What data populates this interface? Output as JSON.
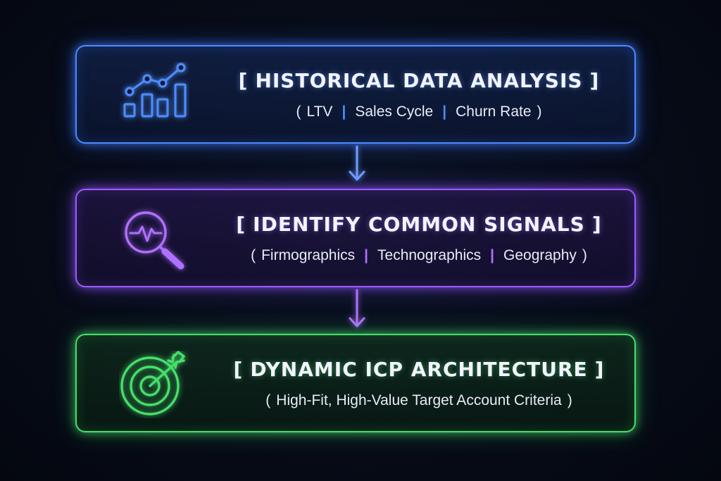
{
  "colors": {
    "background": "#070c18",
    "blue": "#4b8bff",
    "purple": "#9b5cff",
    "green": "#46e06a",
    "text": "#f2f4ff"
  },
  "cards": [
    {
      "icon": "bar-line-chart-icon",
      "title": "HISTORICAL DATA ANALYSIS",
      "subtitle_items": [
        "LTV",
        "Sales Cycle",
        "Churn Rate"
      ]
    },
    {
      "icon": "magnifier-pulse-icon",
      "title": "IDENTIFY COMMON SIGNALS",
      "subtitle_items": [
        "Firmographics",
        "Technographics",
        "Geography"
      ]
    },
    {
      "icon": "target-arrow-icon",
      "title": "DYNAMIC ICP ARCHITECTURE",
      "subtitle_text": "High-Fit, High-Value Target Account Criteria"
    }
  ],
  "brackets": {
    "open": "[",
    "close": "]",
    "paren_open": "(",
    "paren_close": ")",
    "separator": "|"
  }
}
